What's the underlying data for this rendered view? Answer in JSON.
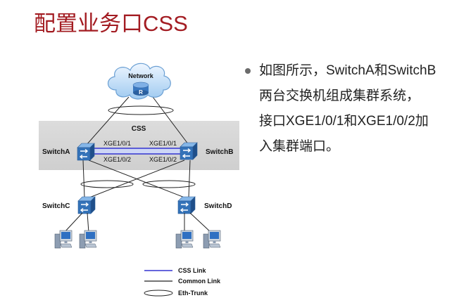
{
  "title": "配置业务口CSS",
  "bullet_text": [
    "如图所示，SwitchA和SwitchB",
    "两台交换机组成集群系统，",
    "接口XGE1/0/1和XGE1/0/2加",
    "入集群端口。"
  ],
  "diagram": {
    "network_label": "Network",
    "router_glyph": "R",
    "css_label": "CSS",
    "switches": {
      "a": "SwitchA",
      "b": "SwitchB",
      "c": "SwitchC",
      "d": "SwitchD"
    },
    "ports": {
      "a_top": "XGE1/0/1",
      "a_bottom": "XGE1/0/2",
      "b_top": "XGE1/0/1",
      "b_bottom": "XGE1/0/2"
    }
  },
  "legend": {
    "css_link": "CSS Link",
    "common_link": "Common Link",
    "eth_trunk": "Eth-Trunk"
  },
  "icons": {
    "network": "cloud-icon",
    "router": "router-icon",
    "switch": "switch-icon",
    "host": "pc-icon",
    "bullet": "bullet-dot"
  },
  "colors": {
    "title": "#a31c22",
    "css_link": "#3434d0",
    "common_link": "#222222",
    "css_box": "#d6d6d6",
    "text": "#222222"
  }
}
